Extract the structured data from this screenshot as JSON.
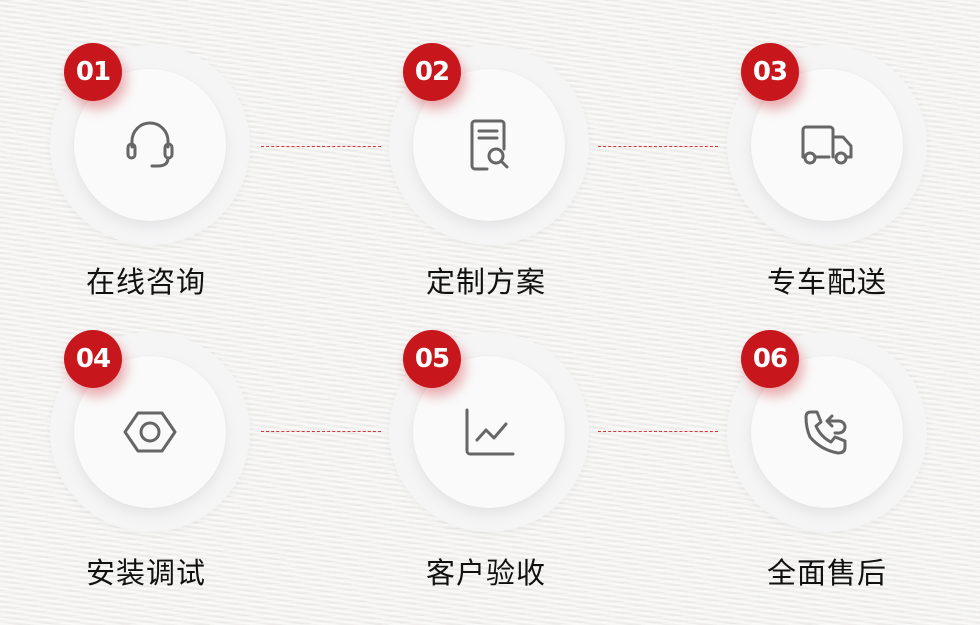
{
  "accent_color": "#c8161d",
  "steps": [
    {
      "number": "01",
      "label": "在线咨询",
      "icon": "headset-icon"
    },
    {
      "number": "02",
      "label": "定制方案",
      "icon": "document-search-icon"
    },
    {
      "number": "03",
      "label": "专车配送",
      "icon": "truck-icon"
    },
    {
      "number": "04",
      "label": "安装调试",
      "icon": "hex-nut-icon"
    },
    {
      "number": "05",
      "label": "客户验收",
      "icon": "line-chart-icon"
    },
    {
      "number": "06",
      "label": "全面售后",
      "icon": "phone-callback-icon"
    }
  ]
}
